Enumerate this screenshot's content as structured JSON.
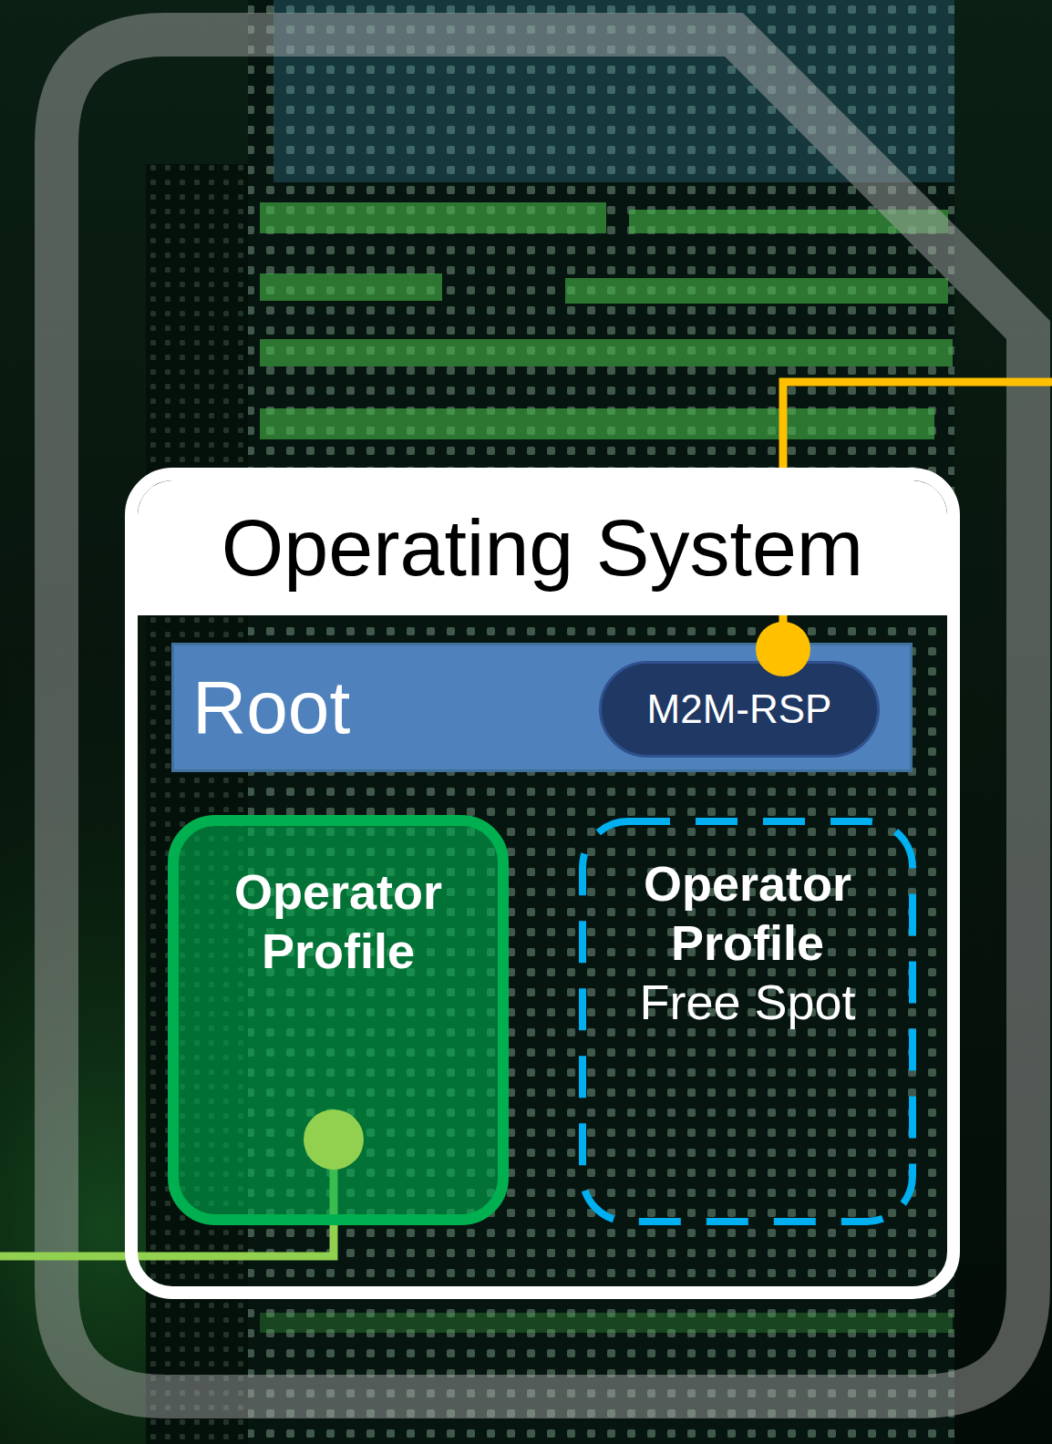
{
  "diagram": {
    "nodes": [
      {
        "text": [
          "Operating System"
        ]
      },
      {
        "text": [
          "Root"
        ],
        "in": 0
      },
      {
        "text": [
          "M2M-RSP"
        ],
        "in": 1
      },
      {
        "text": [
          "Operator Profile"
        ],
        "in": 0
      },
      {
        "text": [
          "Operator Profile",
          "Free Spot"
        ],
        "in": 0
      }
    ]
  }
}
